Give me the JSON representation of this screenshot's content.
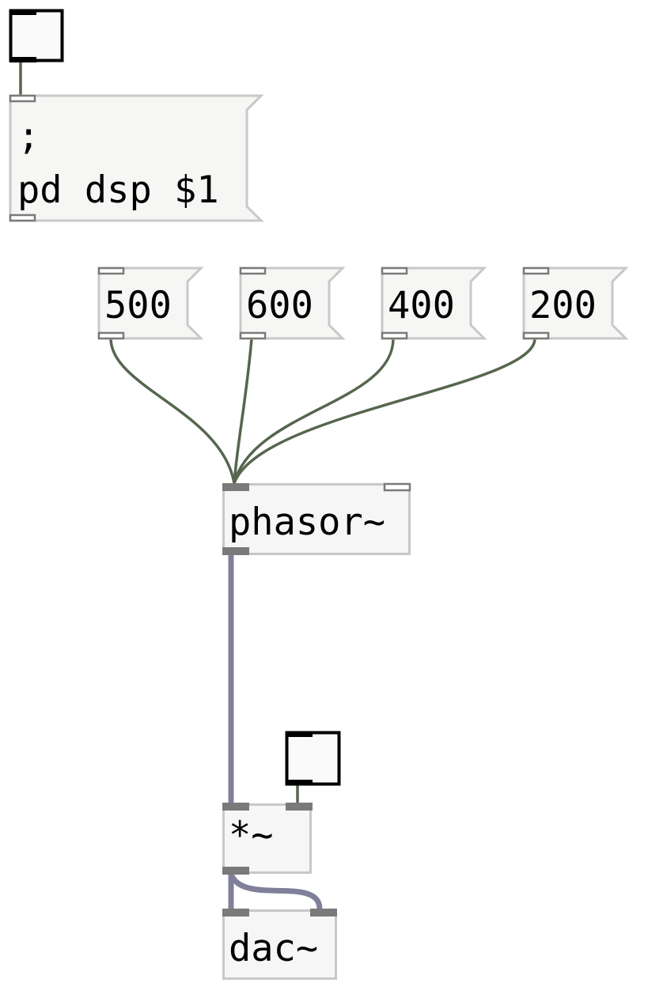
{
  "toggles": [
    {
      "name": "dsp-toggle",
      "checked": false
    },
    {
      "name": "gain-toggle",
      "checked": false
    }
  ],
  "dsp_message": {
    "line1": ";",
    "line2": "pd dsp $1"
  },
  "freq_messages": [
    "500",
    "600",
    "400",
    "200"
  ],
  "objects": {
    "phasor": "phasor~",
    "multiply": "*~",
    "dac": "dac~"
  },
  "colors": {
    "control_wire": "#56664f",
    "signal_wire": "#80809a",
    "box_border": "#c8c8c8",
    "box_fill": "#f5f6f5",
    "inlet": "#7a7a7a"
  }
}
